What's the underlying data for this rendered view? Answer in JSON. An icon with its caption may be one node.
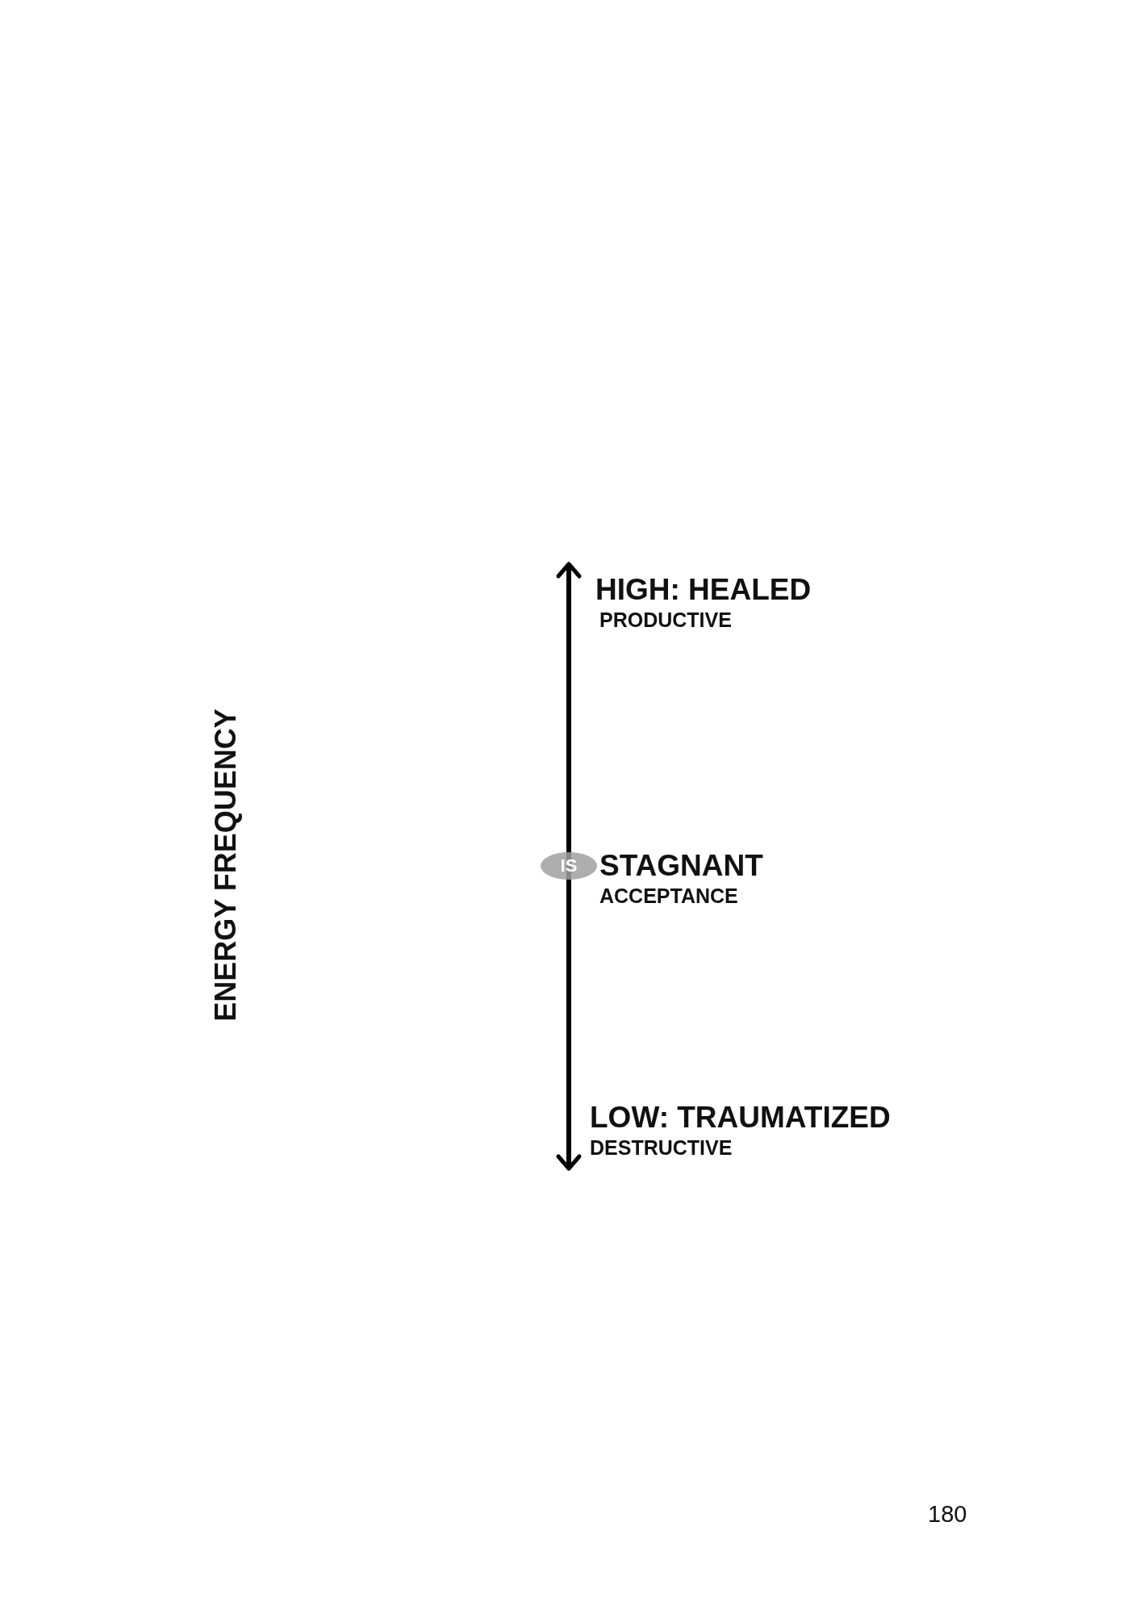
{
  "diagram": {
    "nodes": [
      {
        "text": [
          "IS"
        ]
      }
    ],
    "labels": [
      "ENERGY FREQUENCY",
      "HIGH: HEALED",
      "PRODUCTIVE",
      "STAGNANT",
      "ACCEPTANCE",
      "LOW: TRAUMATIZED",
      "DESTRUCTIVE",
      "180"
    ]
  }
}
